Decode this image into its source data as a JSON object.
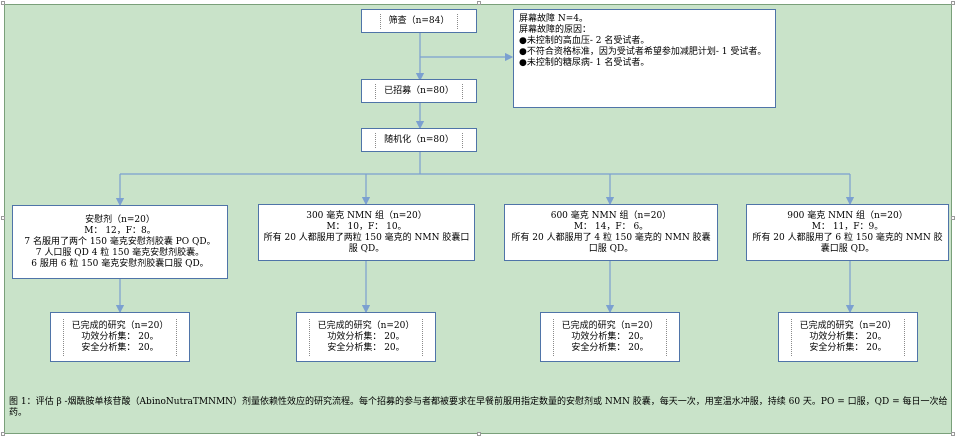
{
  "screening": {
    "label": "筛查（n=84）"
  },
  "exclusion": {
    "title": "屏幕故障 N=4。",
    "reasons_label": "屏幕故障的原因：",
    "reasons": [
      "●未控制的高血压- 2 名受试者。",
      "●不符合资格标准，因为受试者希望参加减肥计划- 1 受试者。",
      "●未控制的糖尿病- 1 名受试者。"
    ]
  },
  "enrolled": {
    "label": "已招募（n=80）"
  },
  "randomized": {
    "label": "随机化（n=80）"
  },
  "groups": [
    {
      "name": "安慰剂（n=20）",
      "sex": "M：  12，F：8。",
      "details": [
        "7 名服用了两个 150 毫克安慰剂胶囊 PO QD。",
        "7 人口服 QD 4 粒 150 毫克安慰剂胶囊。",
        "6 服用 6 粒 150 毫克安慰剂胶囊口服 QD。"
      ]
    },
    {
      "name": "300 毫克 NMN 组（n=20）",
      "sex": "M：  10，F：  10。",
      "details": [
        "所有 20 人都服用了两粒 150 毫克的 NMN 胶囊口服 QD。"
      ]
    },
    {
      "name": "600 毫克 NMN 组（n=20）",
      "sex": "M：  14，F：  6。",
      "details": [
        "所有 20 人都服用了 4 粒 150 毫克的 NMN 胶囊口服 QD。"
      ]
    },
    {
      "name": "900 毫克 NMN 组（n=20）",
      "sex": "M：  11，F：9。",
      "details": [
        "所有 20 人都服用了 6 粒 150 毫克的 NMN 胶囊口服 QD。"
      ]
    }
  ],
  "completed": [
    {
      "label": "已完成的研究（n=20）",
      "efficacy": "功效分析集：  20。",
      "safety": "安全分析集：  20。"
    },
    {
      "label": "已完成的研究（n=20）",
      "efficacy": "功效分析集：  20。",
      "safety": "安全分析集：  20。"
    },
    {
      "label": "已完成的研究（n=20）",
      "efficacy": "功效分析集：  20。",
      "safety": "安全分析集：  20。"
    },
    {
      "label": "已完成的研究（n=20）",
      "efficacy": "功效分析集：  20。",
      "safety": "安全分析集：  20。"
    }
  ],
  "caption": "图 1：评估 β -烟酰胺单核苷酸（AbinoNutraTMNMN）剂量依赖性效应的研究流程。每个招募的参与者都被要求在早餐前服用指定数量的安慰剂或 NMN 胶囊，每天一次，用室温水冲服，持续 60 天。PO = 口服，QD = 每日一次给药。",
  "colors": {
    "background": "#c9e3c9",
    "box_border": "#4f74a8",
    "arrow": "#7ba0d0"
  }
}
